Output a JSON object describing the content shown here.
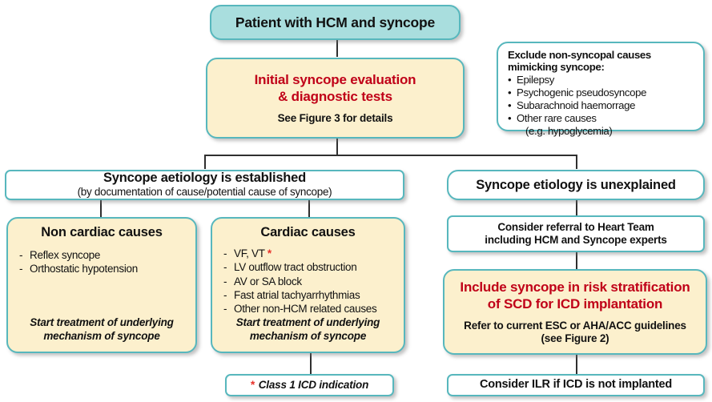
{
  "figure": {
    "title": "HCM and syncope management flowchart",
    "colors": {
      "teal_fill": "#a9dede",
      "yellow_fill": "#fcf0cd",
      "box_border": "#57b7bd",
      "red_text": "#c00018",
      "asterisk_red": "#e8322a",
      "connector": "#2f2f2f"
    }
  },
  "nodes": {
    "patient": {
      "title": "Patient with HCM and syncope"
    },
    "initial_eval": {
      "line1": "Initial syncope evaluation",
      "line2": "& diagnostic tests",
      "note": "See Figure 3 for details"
    },
    "exclude": {
      "head_line1": "Exclude non-syncopal causes",
      "head_line2": "mimicking syncope:",
      "items": [
        "Epilepsy",
        "Psychogenic pseudosyncope",
        "Subarachnoid haemorrage",
        "Other rare causes"
      ],
      "sub_item": "(e.g. hypoglycemia)"
    },
    "established": {
      "title": "Syncope aetiology is established",
      "subtitle": "(by documentation of cause/potential cause of syncope)"
    },
    "unexplained": {
      "title": "Syncope etiology is unexplained"
    },
    "non_cardiac": {
      "title": "Non cardiac causes",
      "items": [
        "Reflex syncope",
        "Orthostatic hypotension"
      ],
      "footer_line1": "Start treatment of underlying",
      "footer_line2": "mechanism of syncope"
    },
    "cardiac": {
      "title": "Cardiac causes",
      "items": [
        "VF, VT",
        "LV outflow tract obstruction",
        "AV or SA block",
        "Fast atrial tachyarrhythmias",
        "Other non-HCM related causes"
      ],
      "item0_marker": "*",
      "footer_line1": "Start treatment of underlying",
      "footer_line2": "mechanism of syncope"
    },
    "heart_team": {
      "line1": "Consider referral to Heart Team",
      "line2": "including HCM and Syncope experts"
    },
    "risk_strat": {
      "line1": "Include syncope in risk stratification",
      "line2": "of SCD for ICD implantation",
      "note_line1": "Refer to current ESC or AHA/ACC guidelines",
      "note_line2": "(see Figure 2)"
    },
    "class1": {
      "marker": "*",
      "text": "Class 1 ICD indication"
    },
    "ilr": {
      "text": "Consider ILR if ICD is not implanted"
    }
  }
}
